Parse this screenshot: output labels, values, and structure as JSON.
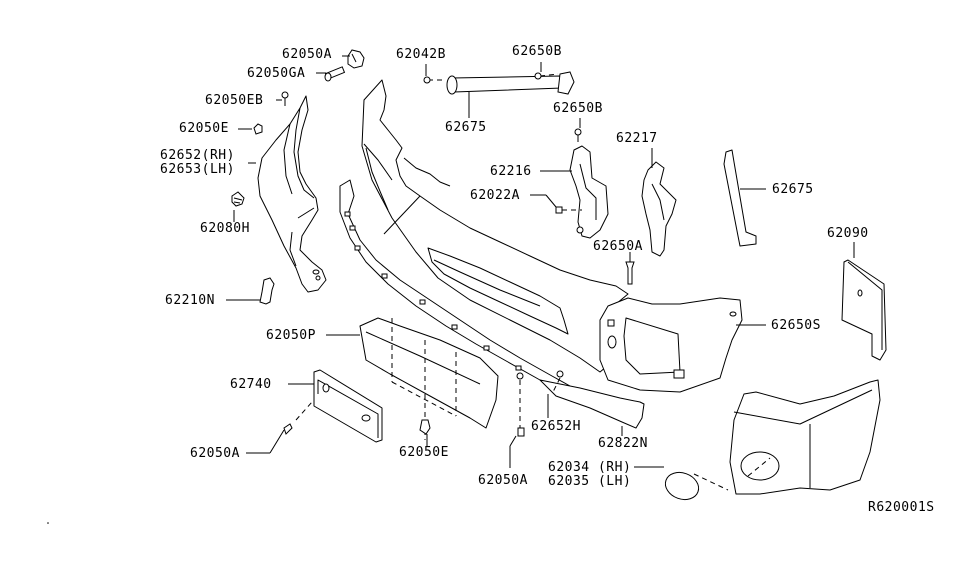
{
  "diagram": {
    "title": "Front Bumper Parts Diagram",
    "reference_code": "R620001S",
    "line_color": "#000000",
    "background_color": "#ffffff",
    "callouts": [
      {
        "id": "c1",
        "part_number": "62050A",
        "line2": null
      },
      {
        "id": "c2",
        "part_number": "62050GA",
        "line2": null
      },
      {
        "id": "c3",
        "part_number": "62050EB",
        "line2": null
      },
      {
        "id": "c4",
        "part_number": "62050E",
        "line2": null
      },
      {
        "id": "c5",
        "part_number": "62652(RH)",
        "line2": "62653(LH)"
      },
      {
        "id": "c6",
        "part_number": "62080H",
        "line2": null
      },
      {
        "id": "c7",
        "part_number": "62210N",
        "line2": null
      },
      {
        "id": "c8",
        "part_number": "62042B",
        "line2": null
      },
      {
        "id": "c9",
        "part_number": "62650B",
        "line2": null
      },
      {
        "id": "c10",
        "part_number": "62675",
        "line2": null
      },
      {
        "id": "c11",
        "part_number": "62650B",
        "line2": null
      },
      {
        "id": "c12",
        "part_number": "62216",
        "line2": null
      },
      {
        "id": "c13",
        "part_number": "62022A",
        "line2": null
      },
      {
        "id": "c14",
        "part_number": "62217",
        "line2": null
      },
      {
        "id": "c15",
        "part_number": "62650A",
        "line2": null
      },
      {
        "id": "c16",
        "part_number": "62675",
        "line2": null
      },
      {
        "id": "c17",
        "part_number": "62090",
        "line2": null
      },
      {
        "id": "c18",
        "part_number": "62650S",
        "line2": null
      },
      {
        "id": "c19",
        "part_number": "62050P",
        "line2": null
      },
      {
        "id": "c20",
        "part_number": "62740",
        "line2": null
      },
      {
        "id": "c21",
        "part_number": "62050A",
        "line2": null
      },
      {
        "id": "c22",
        "part_number": "62050E",
        "line2": null
      },
      {
        "id": "c23",
        "part_number": "62652H",
        "line2": null
      },
      {
        "id": "c24",
        "part_number": "62822N",
        "line2": null
      },
      {
        "id": "c25",
        "part_number": "62050A",
        "line2": null
      },
      {
        "id": "c26",
        "part_number": "62034 (RH)",
        "line2": "62035 (LH)"
      }
    ]
  }
}
